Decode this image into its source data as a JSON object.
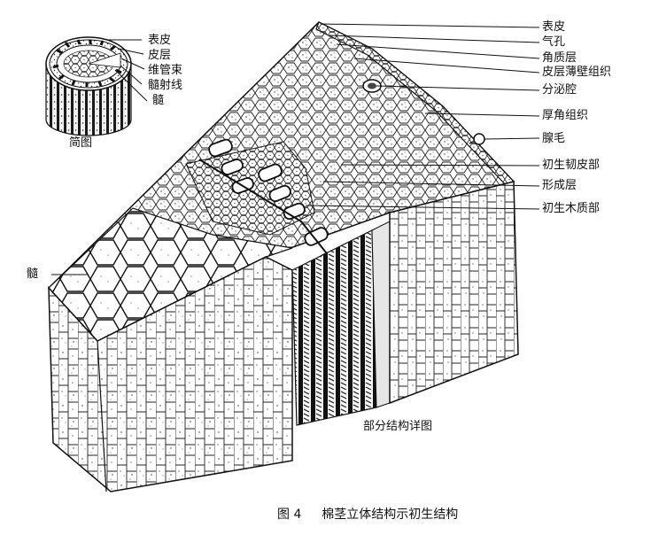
{
  "inset": {
    "labels": [
      "表皮",
      "皮层",
      "维管束",
      "髓射线",
      "髓"
    ],
    "caption": "简图"
  },
  "main": {
    "labels": [
      "表皮",
      "气孔",
      "角质层",
      "皮层薄壁组织",
      "分泌腔",
      "厚角组织",
      "腺毛",
      "初生韧皮部",
      "形成层",
      "初生木质部"
    ],
    "pith_label": "髓",
    "detail_caption": "部分结构详图"
  },
  "figure": {
    "number": "图 4",
    "title": "棉茎立体结构示初生结构"
  }
}
